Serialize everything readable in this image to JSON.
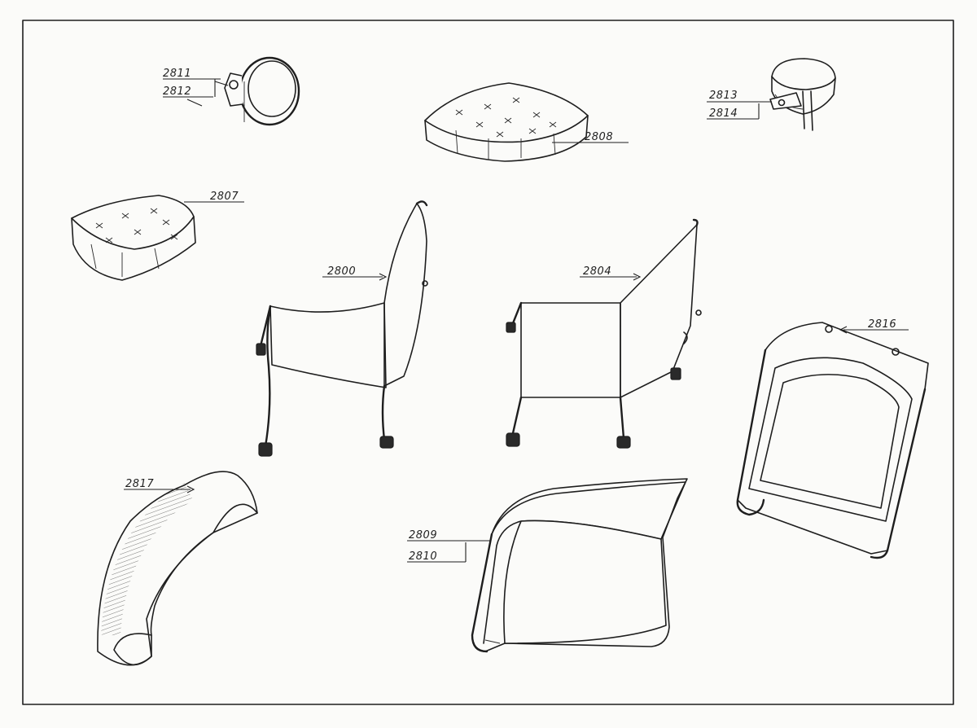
{
  "parts": {
    "p2800": "2800",
    "p2804": "2804",
    "p2807": "2807",
    "p2808": "2808",
    "p2809": "2809",
    "p2810": "2810",
    "p2811": "2811",
    "p2812": "2812",
    "p2813": "2813",
    "p2814": "2814",
    "p2816": "2816",
    "p2817": "2817"
  }
}
